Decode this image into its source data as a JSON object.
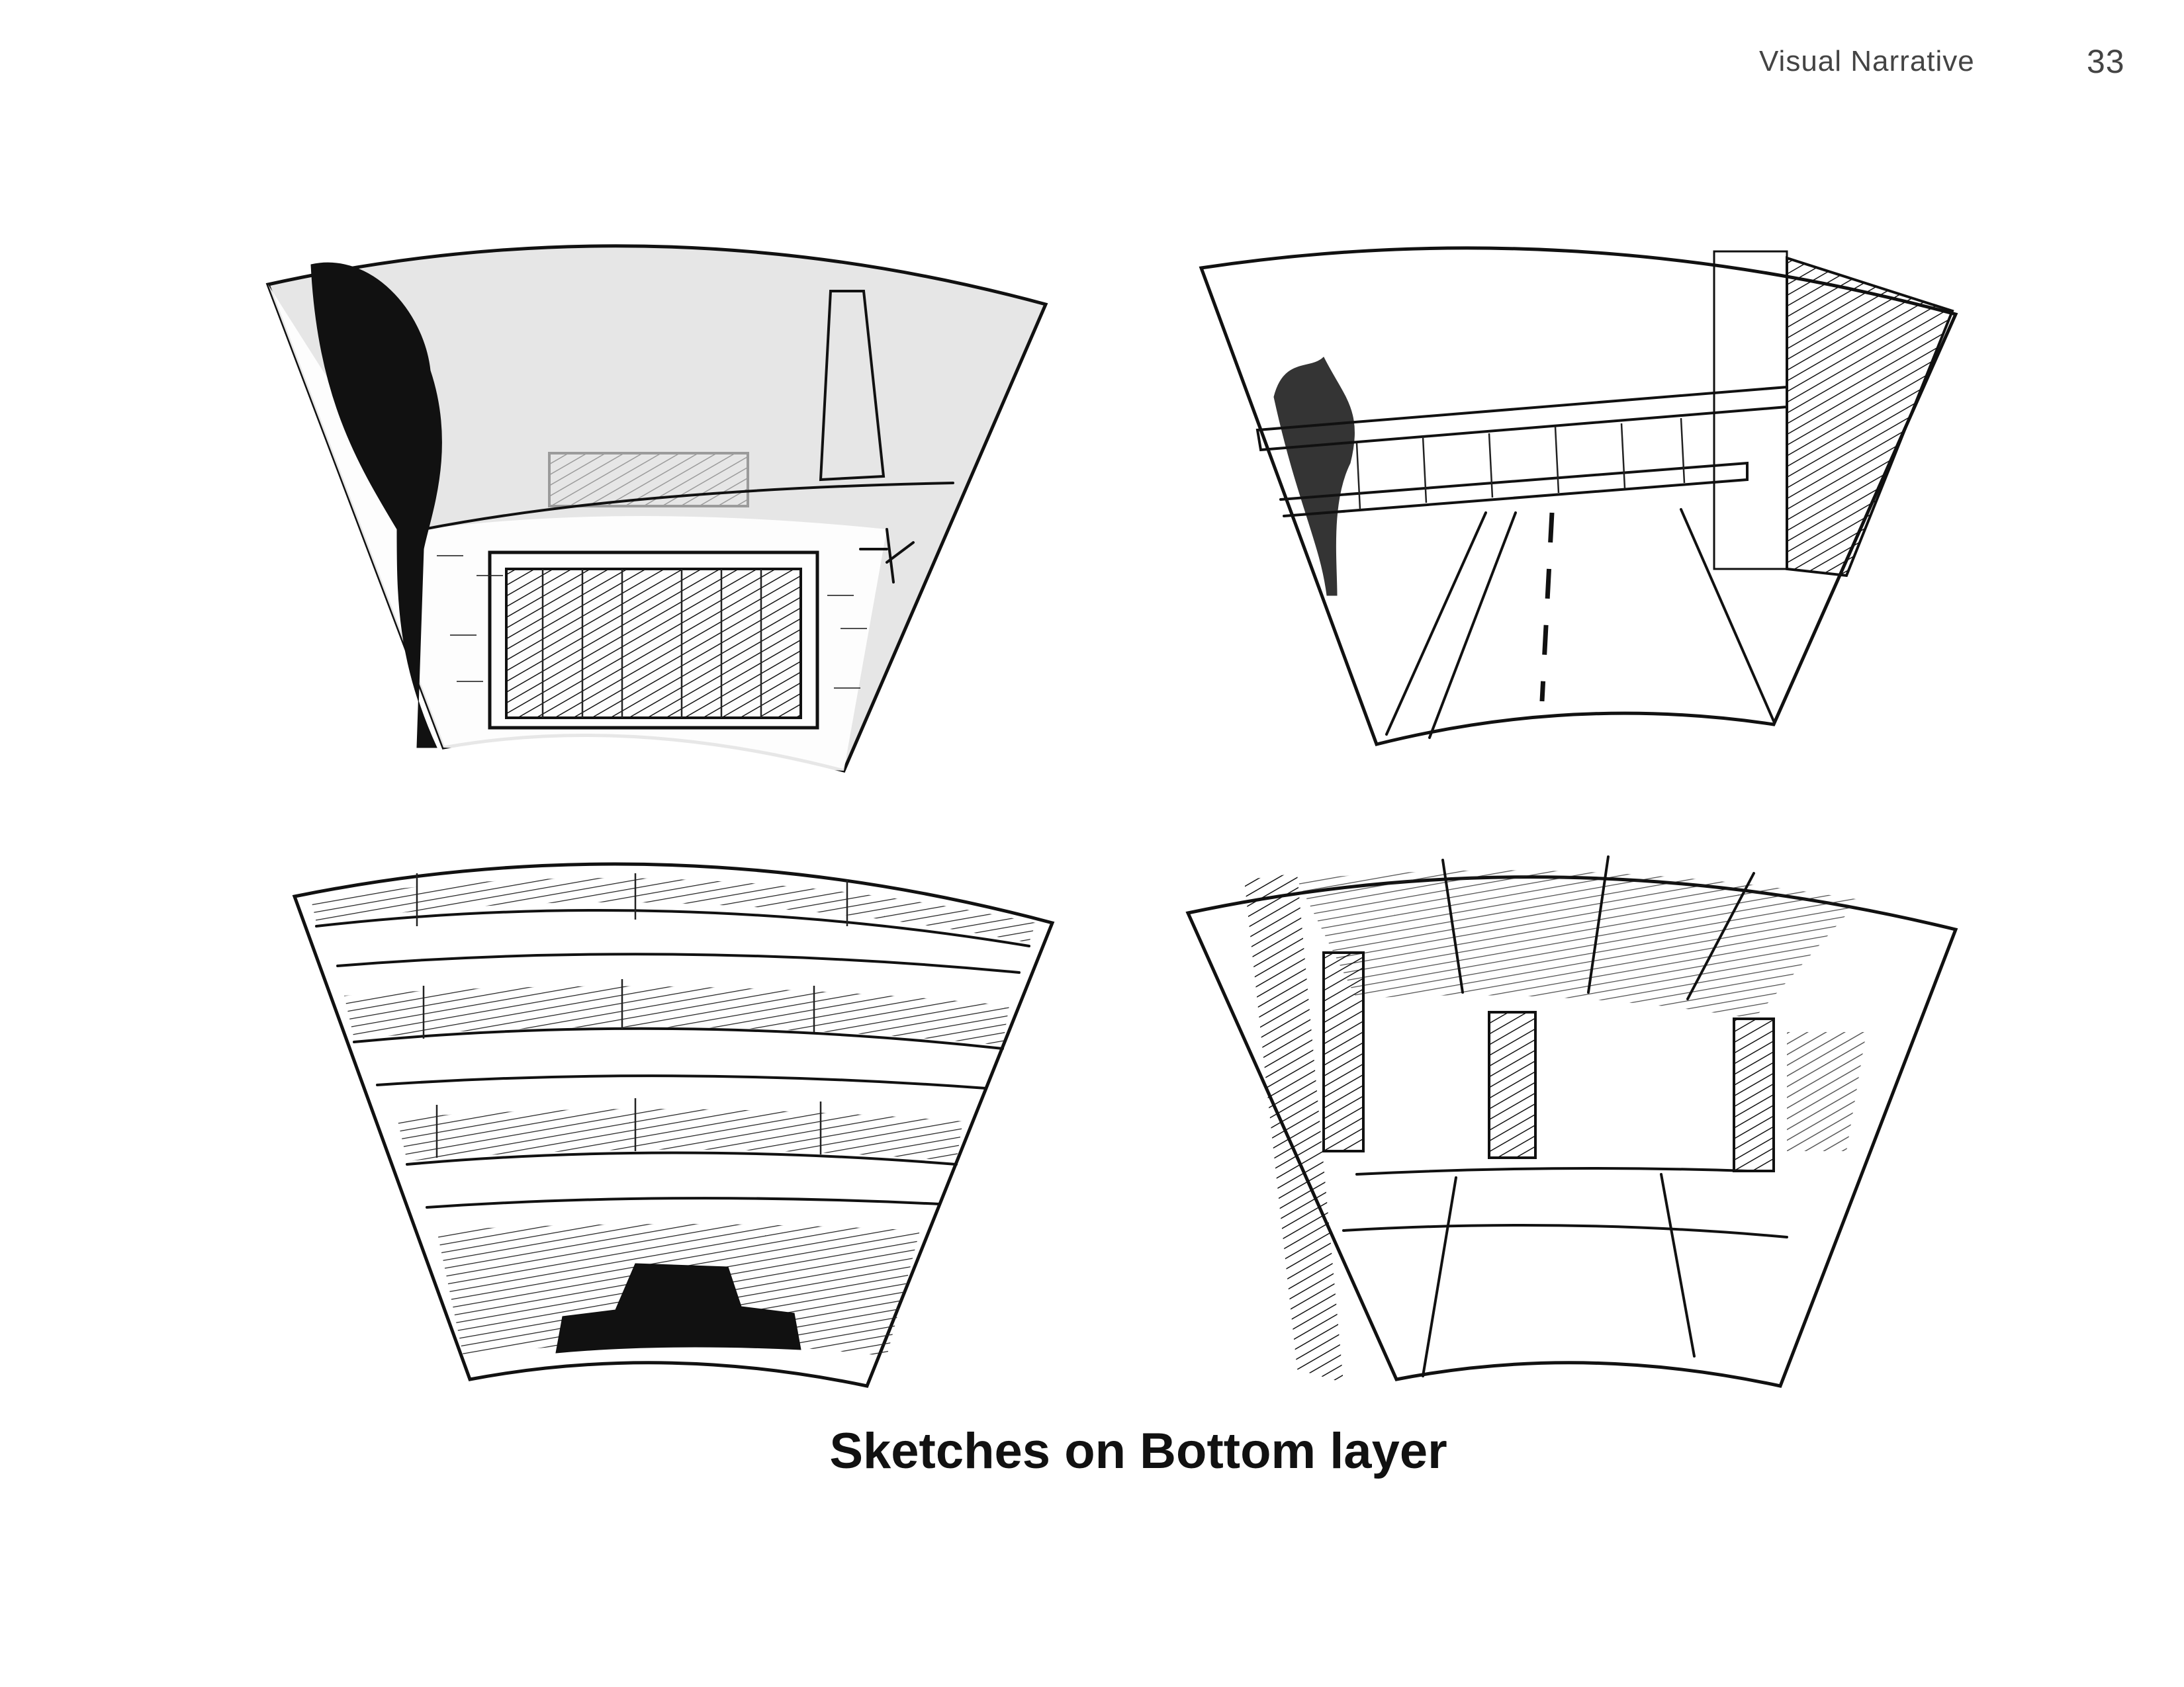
{
  "header": {
    "section_title": "Visual Narrative",
    "page_number": "33"
  },
  "figure": {
    "caption": "Sketches on Bottom layer",
    "sketches": [
      "factory-wall-with-chimney",
      "road-under-bridge",
      "multistorey-parking-facade",
      "underpass-columns"
    ]
  }
}
